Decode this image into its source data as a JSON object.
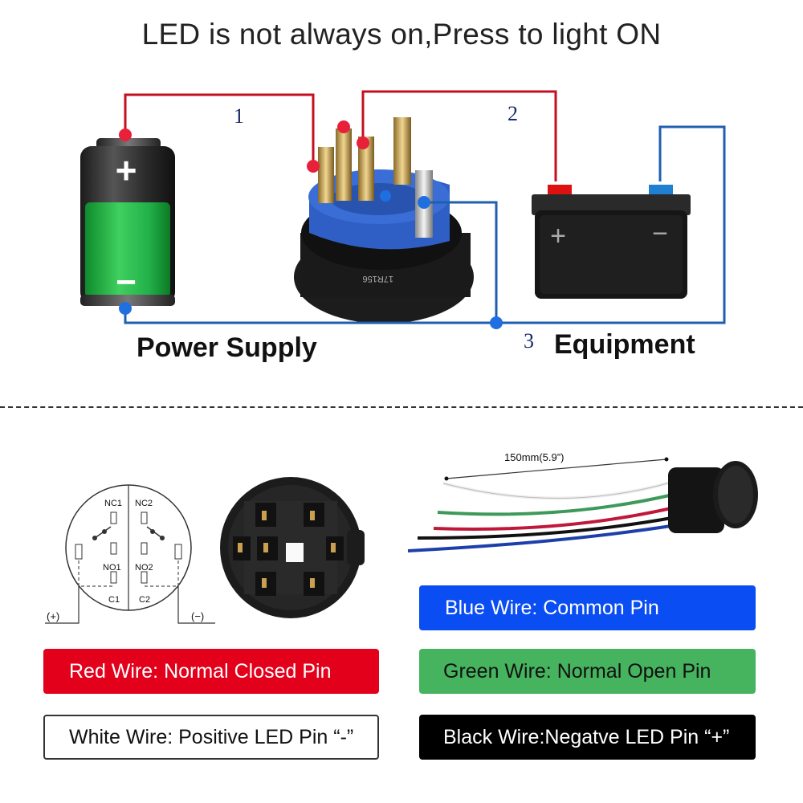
{
  "title": "LED is not always on,Press to light ON",
  "labels": {
    "power_supply": "Power Supply",
    "equipment": "Equipment",
    "wire_1": "1",
    "wire_2": "2",
    "wire_3": "3"
  },
  "battery": {
    "plus": "+",
    "minus": "−"
  },
  "car_battery": {
    "plus": "+",
    "minus": "−"
  },
  "switch_text": {
    "model": "17R156"
  },
  "schematic": {
    "nc1": "NC1",
    "nc2": "NC2",
    "no1": "NO1",
    "no2": "NO2",
    "c1": "C1",
    "c2": "C2",
    "plus": "(+)",
    "minus": "(−)"
  },
  "cable": {
    "length": "150mm(5.9”)"
  },
  "legend": {
    "red": "Red Wire: Normal Closed Pin",
    "white": "White Wire: Positive LED Pin  “-”",
    "blue": "Blue Wire: Common Pin",
    "green": "Green  Wire: Normal Open Pin",
    "black": "Black  Wire:Negatve  LED Pin  “+”"
  },
  "colors": {
    "red_wire": "#d0021b",
    "blue_wire": "#1f5fb0",
    "legend_red": "#e3001b",
    "legend_blue": "#0a4df2",
    "legend_green": "#46b35e",
    "battery_green": "#22b04a"
  }
}
